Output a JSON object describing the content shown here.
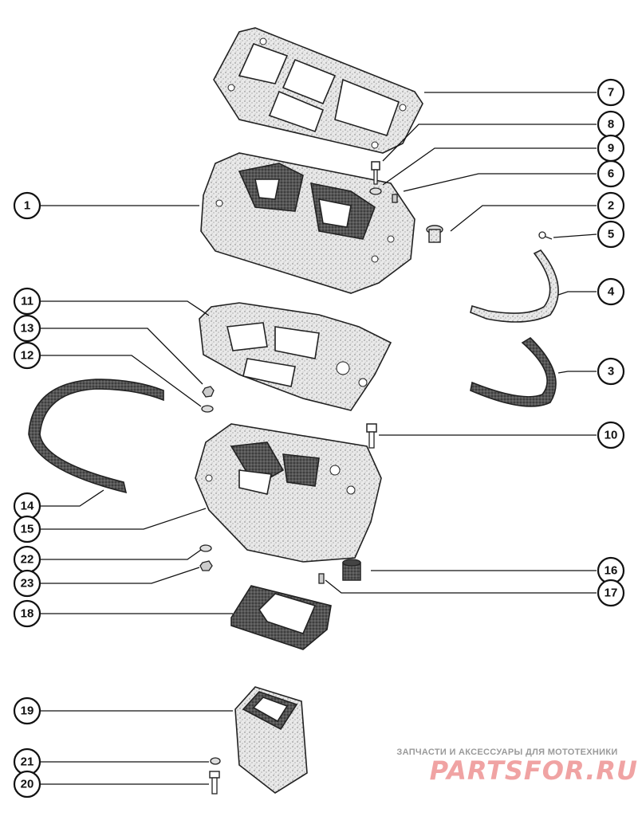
{
  "callouts": {
    "c1": "1",
    "c2": "2",
    "c3": "3",
    "c4": "4",
    "c5": "5",
    "c6": "6",
    "c7": "7",
    "c8": "8",
    "c9": "9",
    "c10": "10",
    "c11": "11",
    "c12": "12",
    "c13": "13",
    "c14": "14",
    "c15": "15",
    "c16": "16",
    "c17": "17",
    "c18": "18",
    "c19": "19",
    "c20": "20",
    "c21": "21",
    "c22": "22",
    "c23": "23"
  },
  "watermark": {
    "caption": "ЗАПЧАСТИ И АКСЕССУАРЫ ДЛЯ МОТОТЕХНИКИ",
    "brand": "PARTSFOR.RU"
  },
  "colors": {
    "line": "#111111",
    "watermark": "#f0a3a3",
    "paper": "#ffffff"
  }
}
